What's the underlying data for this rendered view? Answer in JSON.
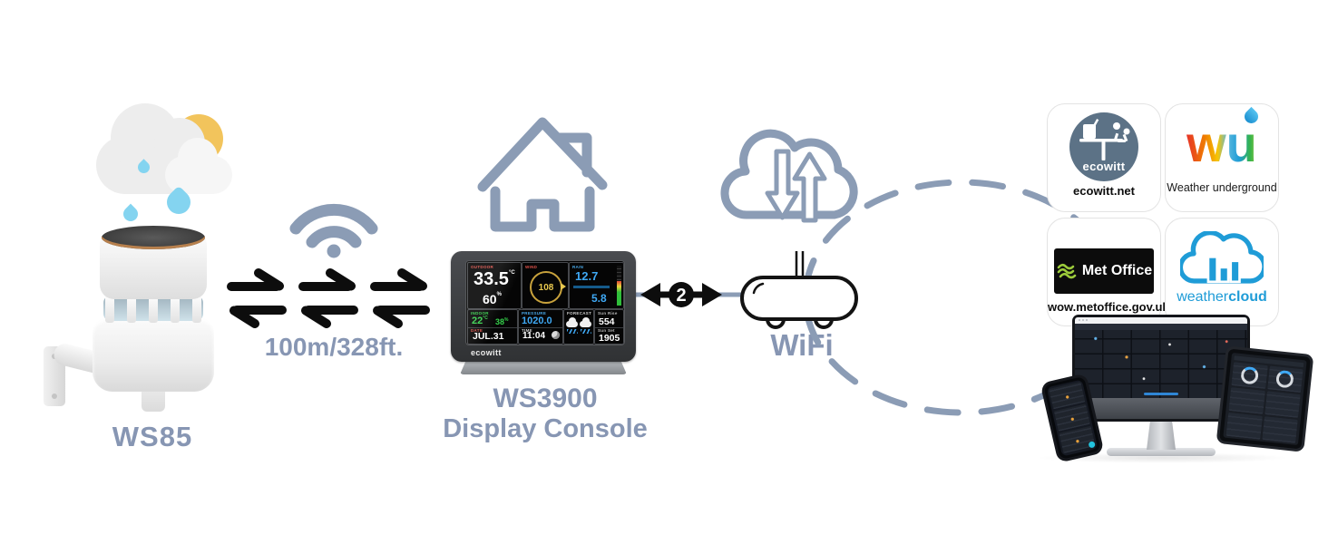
{
  "sensor": {
    "label": "WS85"
  },
  "transmission": {
    "range": "100m/328ft."
  },
  "console": {
    "model": "WS3900",
    "type": "Display Console",
    "brand": "ecowitt",
    "screen": {
      "outdoor": {
        "label": "OUTDOOR",
        "temp": "33.5",
        "temp_unit": "°C",
        "humidity": "60",
        "humidity_unit": "%"
      },
      "wind": {
        "label": "WIND",
        "value": "108"
      },
      "rain": {
        "label": "RAIN",
        "rate": "12.7",
        "total": "5.8"
      },
      "indoor": {
        "label": "INDOOR",
        "temp": "22",
        "temp_unit": "°C",
        "humidity": "38",
        "humidity_unit": "%"
      },
      "date": {
        "label": "DATE",
        "value": "JUL.31"
      },
      "pressure": {
        "label": "PRESSURE",
        "value": "1020.0"
      },
      "time": {
        "label": "TIME",
        "value": "11:04"
      },
      "forecast": {
        "label": "FORECAST"
      },
      "sun": {
        "rise_label": "Sun Rise",
        "rise": "554",
        "set_label": "Sun Set",
        "set": "1905"
      }
    }
  },
  "network": {
    "wifi_label": "WiFi",
    "channel_badge": "2"
  },
  "services": {
    "ecowitt": {
      "logo_text": "ecowitt",
      "caption": "ecowitt.net"
    },
    "wunderground": {
      "logo_text": "wu",
      "caption": "Weather underground"
    },
    "metoffice": {
      "logo_text": "Met Office",
      "caption": "wow.metoffice.gov.uk"
    },
    "weathercloud": {
      "caption_regular": "weather",
      "caption_bold": "cloud"
    }
  },
  "colors": {
    "accent_bluegray": "#8796b3",
    "arrow_black": "#0d0d0d",
    "wu_blue": "#2aa9e2",
    "weathercloud_blue": "#1f9cd7",
    "metoffice_green": "#9ccb3b",
    "ecowitt_slate": "#5c7286"
  }
}
